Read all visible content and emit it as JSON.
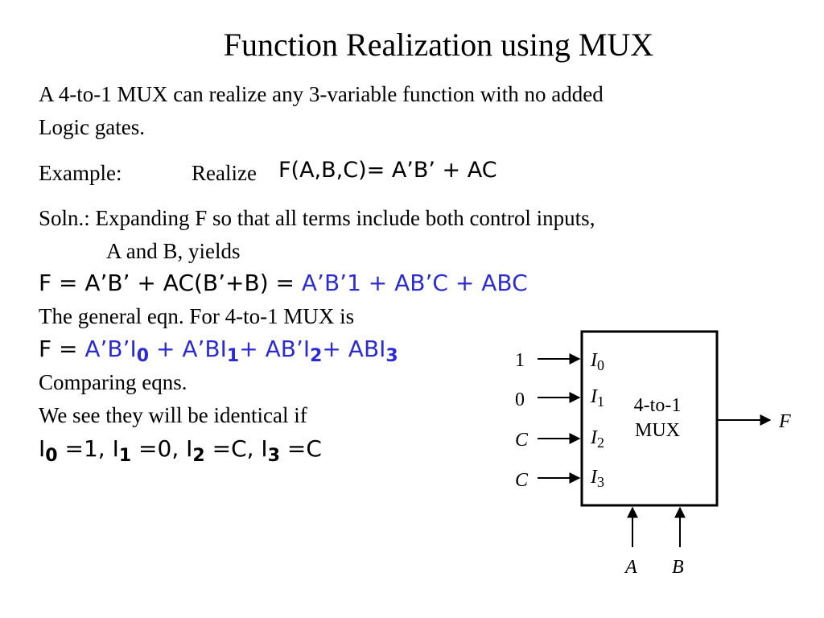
{
  "title": "Function Realization using MUX",
  "intro": {
    "line1": "A 4-to-1 MUX can realize any 3-variable function with no added",
    "line2": "Logic gates."
  },
  "example": {
    "label": "Example:",
    "realize": "Realize",
    "function": "F(A,B,C)= A’B’ + AC"
  },
  "solution": {
    "line1": "Soln.: Expanding F so that all terms include both control inputs,",
    "line2": "A and B, yields"
  },
  "equation1": {
    "lhs": "F = A’B’ + AC(B’+B) = ",
    "rhs": "A’B’1 + AB’C + ABC"
  },
  "general_eqn_text": "The general eqn. For 4-to-1 MUX is",
  "equation2": {
    "lhs": "F = ",
    "t0": "A’B’I",
    "s0": "0",
    "t1": " + A’BI",
    "s1": "1",
    "t2": "+ AB’I",
    "s2": "2",
    "t3": "+ ABI",
    "s3": "3"
  },
  "comparing_text": "Comparing eqns.",
  "identical_text": "We see they will be identical if",
  "result": {
    "i0": "I",
    "s0": "0",
    "v0": " =1, ",
    "i1": "I",
    "s1": "1",
    "v1": " =0, ",
    "i2": "I",
    "s2": "2",
    "v2": " =C, ",
    "i3": "I",
    "s3": "3",
    "v3": " =C"
  },
  "mux_diagram": {
    "block_label_line1": "4-to-1",
    "block_label_line2": "MUX",
    "inputs": [
      {
        "signal": "1",
        "pin": "I",
        "sub": "0"
      },
      {
        "signal": "0",
        "pin": "I",
        "sub": "1"
      },
      {
        "signal": "C",
        "pin": "I",
        "sub": "2"
      },
      {
        "signal": "C",
        "pin": "I",
        "sub": "3"
      }
    ],
    "selects": [
      "A",
      "B"
    ],
    "output": "F"
  }
}
